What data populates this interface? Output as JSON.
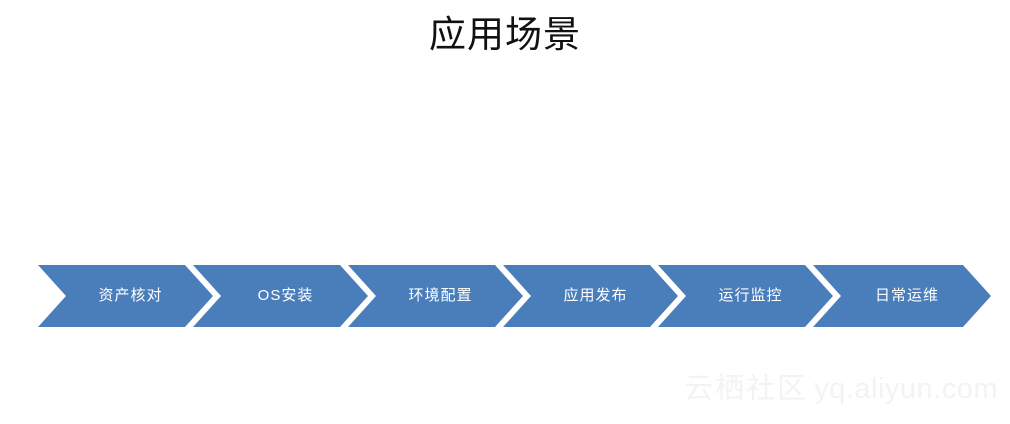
{
  "slide": {
    "title": "应用场景",
    "background_color": "#ffffff",
    "title_color": "#111111"
  },
  "process": {
    "accent_color": "#4a7ebb",
    "label_color": "#ffffff",
    "separator_color": "#ffffff",
    "steps": [
      {
        "label": "资产核对",
        "order": 1
      },
      {
        "label": "OS安装",
        "order": 2
      },
      {
        "label": "环境配置",
        "order": 3
      },
      {
        "label": "应用发布",
        "order": 4
      },
      {
        "label": "运行监控",
        "order": 5
      },
      {
        "label": "日常运维",
        "order": 6
      }
    ]
  },
  "watermark": {
    "brand": "云栖社区",
    "url": "yq.aliyun.com",
    "color": "#f3f3f3"
  }
}
